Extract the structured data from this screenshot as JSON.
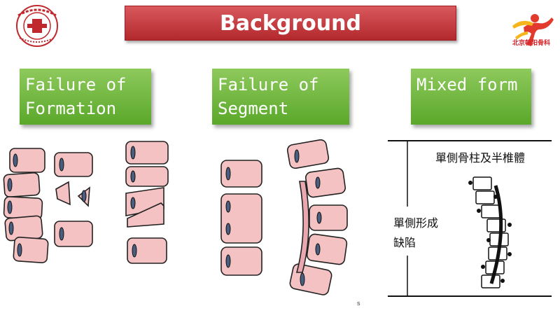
{
  "slide": {
    "title": "Background",
    "panels": [
      {
        "line1": "Failure of",
        "line2": "Formation"
      },
      {
        "line1": "Failure of",
        "line2": "Segment"
      },
      {
        "line1": "Mixed form",
        "line2": ""
      }
    ],
    "right_logo_text": "北京朝阳骨科",
    "mixed_labels": {
      "top": "單側骨柱及半椎體",
      "left_line1": "單側形成",
      "left_line2": "缺陷"
    },
    "page_mark": "s"
  },
  "colors": {
    "title_red": "#c0393e",
    "green": "#6fb83d",
    "vertebra_pink": "#f4c2c2",
    "outline": "#222222"
  }
}
